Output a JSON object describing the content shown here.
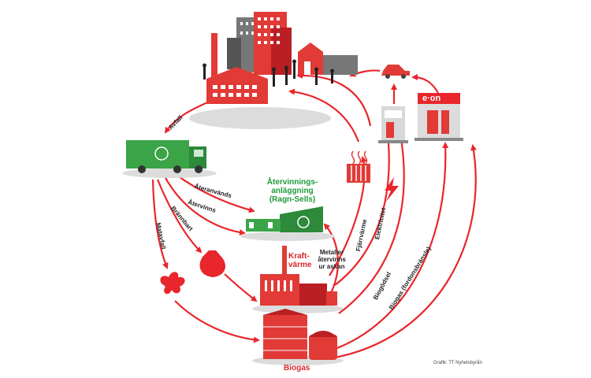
{
  "labels": {
    "avfall": "Avfall",
    "ateranvands": "Återanvänds",
    "atervinns": "Återvinns",
    "brannbart": "Brännbart",
    "matavfall": "Matavfall",
    "plant_title_line1": "Återvinnings-",
    "plant_title_line2": "anläggning",
    "plant_title_line3": "(Ragn-Sells)",
    "kraft_line1": "Kraft-",
    "kraft_line2": "värme",
    "metaller_line1": "Metaller",
    "metaller_line2": "återvinns",
    "metaller_line3": "ur askan",
    "fjarrvarme": "Fjärrvärme",
    "elektricitet": "Elektricitet",
    "biogodsel": "Biogödsel",
    "biogas_fordon": "Biogas (fordonsbränsle)",
    "biogas": "Biogas",
    "eon": "e·on",
    "credit": "Grafik: TT Nyhetsbyrån"
  },
  "colors": {
    "arrow": "#e8262c",
    "building_red": "#e23a36",
    "dark_red": "#b91f23",
    "green": "#1e9a3a",
    "truck_green": "#3aa447",
    "gray": "#9a9a9a",
    "shadow": "#d9d9d9"
  }
}
